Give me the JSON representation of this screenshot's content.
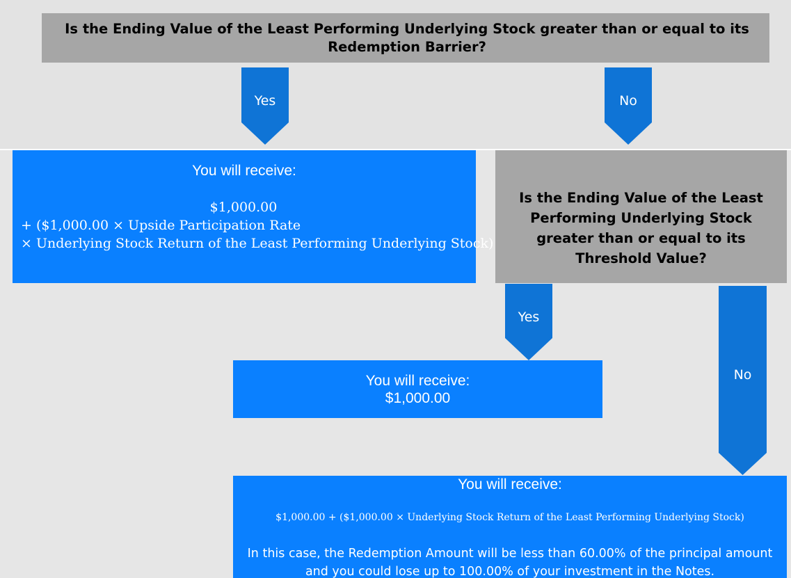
{
  "question1": {
    "text": "Is the Ending Value of the Least Performing Underlying Stock greater than or equal to its Redemption Barrier?"
  },
  "question2": {
    "text": "Is the Ending Value of the Least Performing Underlying Stock greater than or equal to its Threshold Value?"
  },
  "arrows": {
    "yes1": "Yes",
    "no1": "No",
    "yes2": "Yes",
    "no2": "No"
  },
  "outcome1": {
    "heading": "You will receive:",
    "line1": "$1,000.00",
    "line2": "+ ($1,000.00 × Upside Participation Rate",
    "line3": "× Underlying Stock Return of the Least Performing Underlying Stock)"
  },
  "outcome2": {
    "heading": "You will receive:",
    "value": "$1,000.00"
  },
  "outcome3": {
    "heading": "You will receive:",
    "formula": "$1,000.00 + ($1,000.00 × Underlying Stock Return of the Least Performing Underlying Stock)",
    "note": "In this case, the Redemption Amount will be less than 60.00% of the principal amount and you could lose up to 100.00% of your investment in the Notes."
  },
  "colors": {
    "question_box": "#a6a6a6",
    "outcome_box": "#0a80ff",
    "arrow": "#0f74d6",
    "background": "#e6e6e6"
  }
}
